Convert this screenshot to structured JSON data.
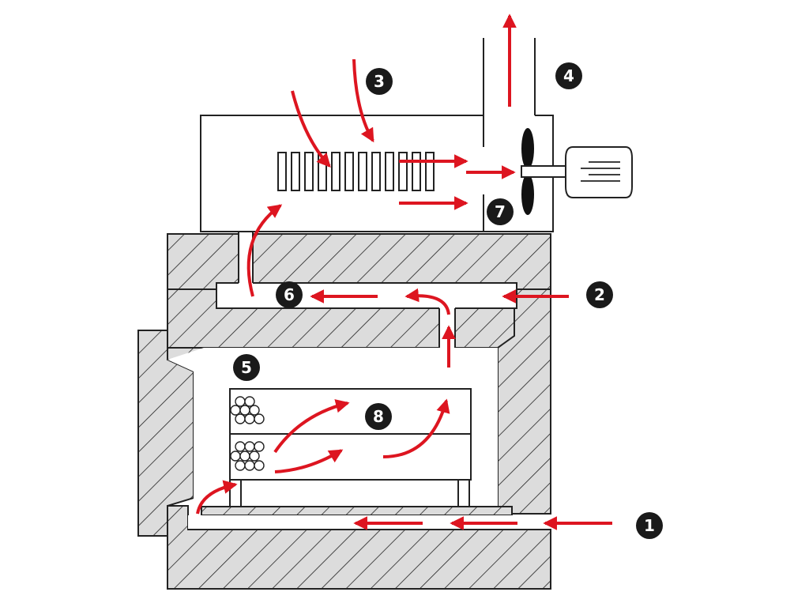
{
  "colors": {
    "flow_arrow": "#dd1520",
    "outline": "#222222",
    "hatch_fill": "#dcdcdc",
    "badge_fill": "#1a1a1a",
    "badge_text": "#ffffff"
  },
  "markers": [
    {
      "id": "1",
      "label": "1"
    },
    {
      "id": "2",
      "label": "2"
    },
    {
      "id": "3",
      "label": "3"
    },
    {
      "id": "4",
      "label": "4"
    },
    {
      "id": "5",
      "label": "5"
    },
    {
      "id": "6",
      "label": "6"
    },
    {
      "id": "7",
      "label": "7"
    },
    {
      "id": "8",
      "label": "8"
    }
  ],
  "icons": {
    "fan": "fan-propeller-icon",
    "motor": "motor-icon",
    "heater": "heating-element-icon",
    "wire_coils": "wire-coil-icon"
  }
}
